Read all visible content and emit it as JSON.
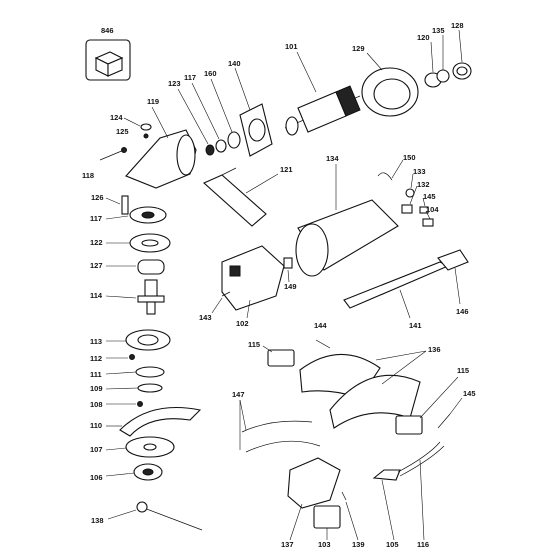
{
  "labels": {
    "l846": "846",
    "l101": "101",
    "l129": "129",
    "l120": "120",
    "l135": "135",
    "l128": "128",
    "l140": "140",
    "l160": "160",
    "l117a": "117",
    "l123": "123",
    "l119": "119",
    "l124": "124",
    "l125": "125",
    "l118": "118",
    "l121": "121",
    "l134": "134",
    "l150": "150",
    "l133": "133",
    "l132": "132",
    "l145a": "145",
    "l104": "104",
    "l126": "126",
    "l117b": "117",
    "l122": "122",
    "l127": "127",
    "l114": "114",
    "l102": "102",
    "l149": "149",
    "l143": "143",
    "l141": "141",
    "l146": "146",
    "l113": "113",
    "l112": "112",
    "l111": "111",
    "l109": "109",
    "l108": "108",
    "l110": "110",
    "l107": "107",
    "l106": "106",
    "l138": "138",
    "l144": "144",
    "l115a": "115",
    "l136": "136",
    "l115b": "115",
    "l145b": "145",
    "l147": "147",
    "l137": "137",
    "l103": "103",
    "l139": "139",
    "l105": "105",
    "l116": "116"
  },
  "icons": {
    "box": "box-icon"
  }
}
